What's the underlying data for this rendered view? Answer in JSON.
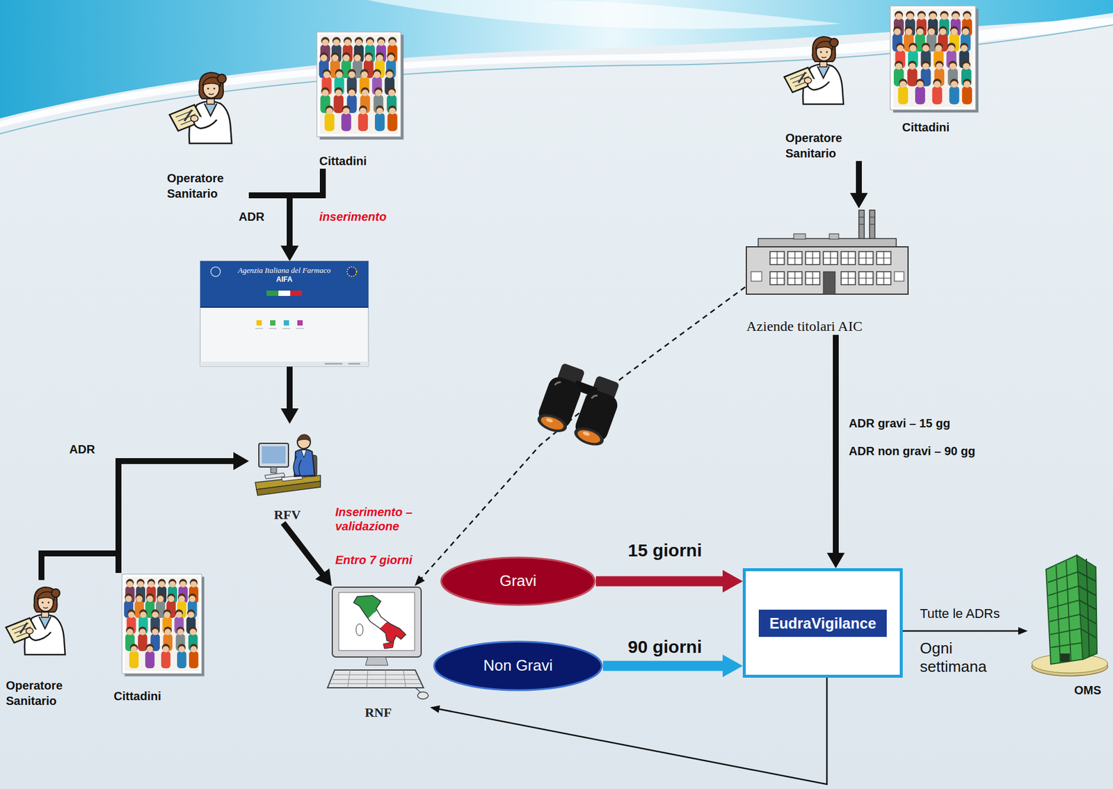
{
  "diagram": {
    "nodes": [
      {
        "text": [
          "Operatore Sanitario"
        ]
      },
      {
        "text": [
          "Cittadini"
        ]
      },
      {
        "text": [
          "Operatore Sanitario"
        ]
      },
      {
        "text": [
          "Cittadini"
        ]
      },
      {
        "text": [
          "Agenzia Italiana del Farmaco",
          "AIFA"
        ]
      },
      {
        "text": [
          "Aziende titolari AIC"
        ]
      },
      {
        "text": [
          "RFV"
        ]
      },
      {
        "text": [
          "Operatore Sanitario"
        ]
      },
      {
        "text": [
          "Cittadini"
        ]
      },
      {
        "text": [
          "RNF"
        ]
      },
      {
        "text": [
          "Gravi"
        ]
      },
      {
        "text": [
          "Non Gravi"
        ]
      },
      {
        "text": [
          "EudraVigilance"
        ]
      },
      {
        "text": [
          "OMS"
        ]
      }
    ],
    "edges": [
      {
        "from": 0,
        "to": 4,
        "arrow": "to",
        "label": "ADR"
      },
      {
        "from": 1,
        "to": 4,
        "arrow": "to",
        "label": "inserimento"
      },
      {
        "from": 4,
        "to": 6,
        "arrow": "to"
      },
      {
        "from": 7,
        "to": 6,
        "arrow": "to",
        "label": "ADR"
      },
      {
        "from": 8,
        "to": 6,
        "arrow": "to"
      },
      {
        "from": 6,
        "to": 9,
        "arrow": "to"
      },
      {
        "from": 2,
        "to": 5,
        "arrow": "to"
      },
      {
        "from": 5,
        "to": 9,
        "arrow": "to"
      },
      {
        "from": 5,
        "to": 12,
        "arrow": "to",
        "label": "ADR gravi – 15 gg"
      },
      {
        "from": 10,
        "to": 12,
        "arrow": "to",
        "label": "15 giorni"
      },
      {
        "from": 11,
        "to": 12,
        "arrow": "to",
        "label": "90 giorni"
      },
      {
        "from": 12,
        "to": 13,
        "arrow": "to",
        "label": "Tutte le ADRs"
      },
      {
        "from": 12,
        "to": 9,
        "arrow": "to"
      }
    ],
    "labels": [
      "Inserimento – validazione",
      "Entro 7 giorni",
      "ADR non gravi – 90 gg",
      "Ogni settimana"
    ]
  }
}
